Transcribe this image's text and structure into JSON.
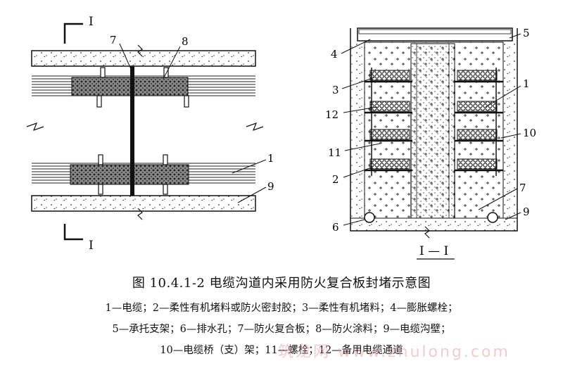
{
  "figure": {
    "left_view_labels": {
      "n1": "1",
      "n7": "7",
      "n8": "8",
      "n9": "9",
      "section_top": "I",
      "section_bottom": "I"
    },
    "right_view_labels": {
      "n1": "1",
      "n2": "2",
      "n3": "3",
      "n4": "4",
      "n5": "5",
      "n6": "6",
      "n7": "7",
      "n9": "9",
      "n10": "10",
      "n11": "11",
      "n12": "12"
    },
    "section_caption": "I — I"
  },
  "caption": {
    "title": "图 10.4.1-2    电缆沟道内采用防火复合板封堵示意图",
    "legend_line1": "1—电缆；2—柔性有机堵料或防火密封胶；3—柔性有机堵料；4—膨胀螺栓；",
    "legend_line2": "5—承托支架；6—排水孔；7—防火复合板；8—防火涂料；9—电缆沟壁；",
    "legend_line3": "10—电缆桥（支）架；11—螺栓；12—备用电缆通道"
  },
  "watermark": "筑龙网 www.zhulong.com",
  "colors": {
    "ink": "#111111",
    "hatch": "#333333",
    "watermark": "#e9a4a4"
  }
}
